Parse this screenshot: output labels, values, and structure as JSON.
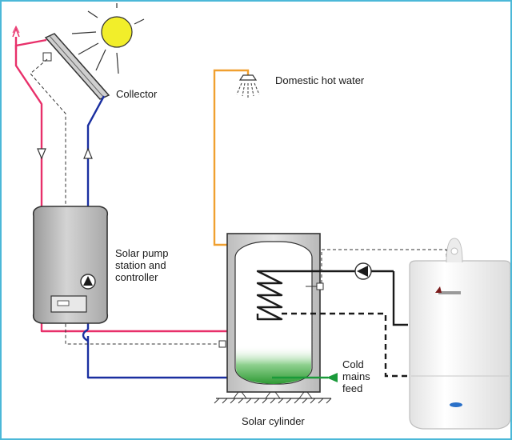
{
  "labels": {
    "collector": "Collector",
    "domestic_hot_water": "Domestic hot water",
    "solar_pump_station": "Solar pump\nstation and\ncontroller",
    "cold_mains_feed": "Cold\nmains\nfeed",
    "solar_cylinder": "Solar cylinder"
  },
  "colors": {
    "frame": "#4bb8d8",
    "flow_pipe": "#e8306a",
    "return_pipe": "#1a2fa0",
    "hot_water_pipe": "#f0a030",
    "cold_feed_pipe": "#1a9a3a",
    "sun": "#f2ee2a",
    "station": "#c8c8c8",
    "cylinder_water": "#3aa83a"
  },
  "icons": [
    "sun-icon",
    "shower-icon",
    "pump-icon",
    "boiler-icon"
  ]
}
